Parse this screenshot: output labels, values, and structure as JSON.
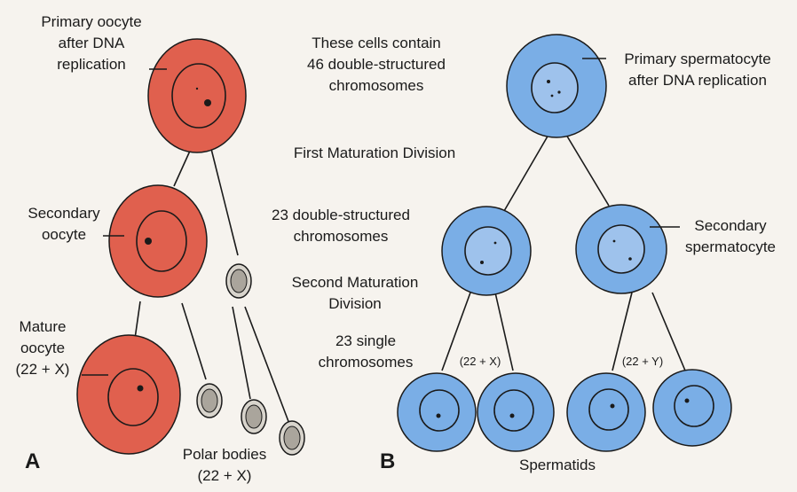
{
  "colors": {
    "background": "#f6f3ee",
    "oocyte_fill": "#e0604e",
    "spermatocyte_fill": "#7aaee6",
    "polar_body_fill": "#d8d4cc",
    "outline": "#1a1a1a"
  },
  "oogenesis": {
    "panel_letter": "A",
    "primary_oocyte": [
      "Primary oocyte",
      "after DNA",
      "replication"
    ],
    "secondary_oocyte": [
      "Secondary",
      "oocyte"
    ],
    "mature_oocyte": [
      "Mature",
      "oocyte",
      "(22 + X)"
    ],
    "polar_bodies": [
      "Polar bodies",
      "(22 + X)"
    ]
  },
  "center": {
    "cells_contain": [
      "These cells contain",
      "46 double-structured",
      "chromosomes"
    ],
    "first_division": "First Maturation Division",
    "double_23": [
      "23 double-structured",
      "chromosomes"
    ],
    "second_division": [
      "Second Maturation",
      "Division"
    ],
    "single_23": [
      "23 single",
      "chromosomes"
    ]
  },
  "spermatogenesis": {
    "panel_letter": "B",
    "primary_spermatocyte": [
      "Primary spermatocyte",
      "after DNA replication"
    ],
    "secondary_spermatocyte": [
      "Secondary",
      "spermatocyte"
    ],
    "label_x": "(22 + X)",
    "label_y": "(22 + Y)",
    "spermatids": "Spermatids"
  }
}
